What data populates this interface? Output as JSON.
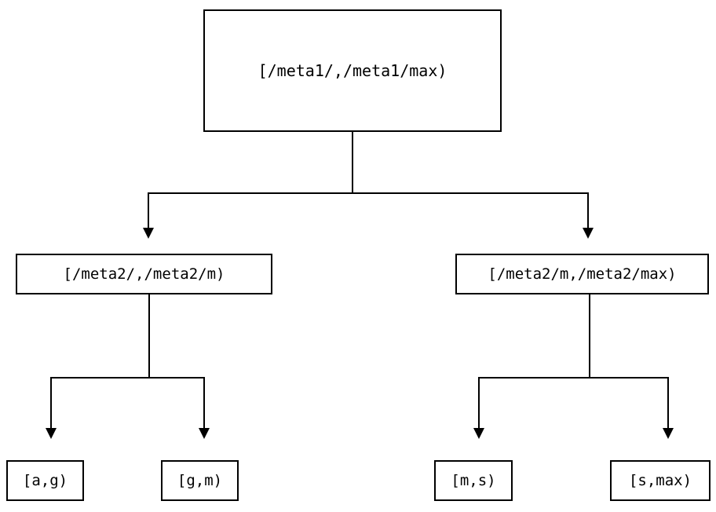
{
  "diagram": {
    "type": "tree",
    "background_color": "#ffffff",
    "line_color": "#000000",
    "nodes": {
      "root": {
        "label": "[/meta1/,/meta1/max)"
      },
      "mid_left": {
        "label": "[/meta2/,/meta2/m)"
      },
      "mid_right": {
        "label": "[/meta2/m,/meta2/max)"
      },
      "leaf_a_g": {
        "label": "[a,g)"
      },
      "leaf_g_m": {
        "label": "[g,m)"
      },
      "leaf_m_s": {
        "label": "[m,s)"
      },
      "leaf_s_max": {
        "label": "[s,max)"
      }
    }
  }
}
